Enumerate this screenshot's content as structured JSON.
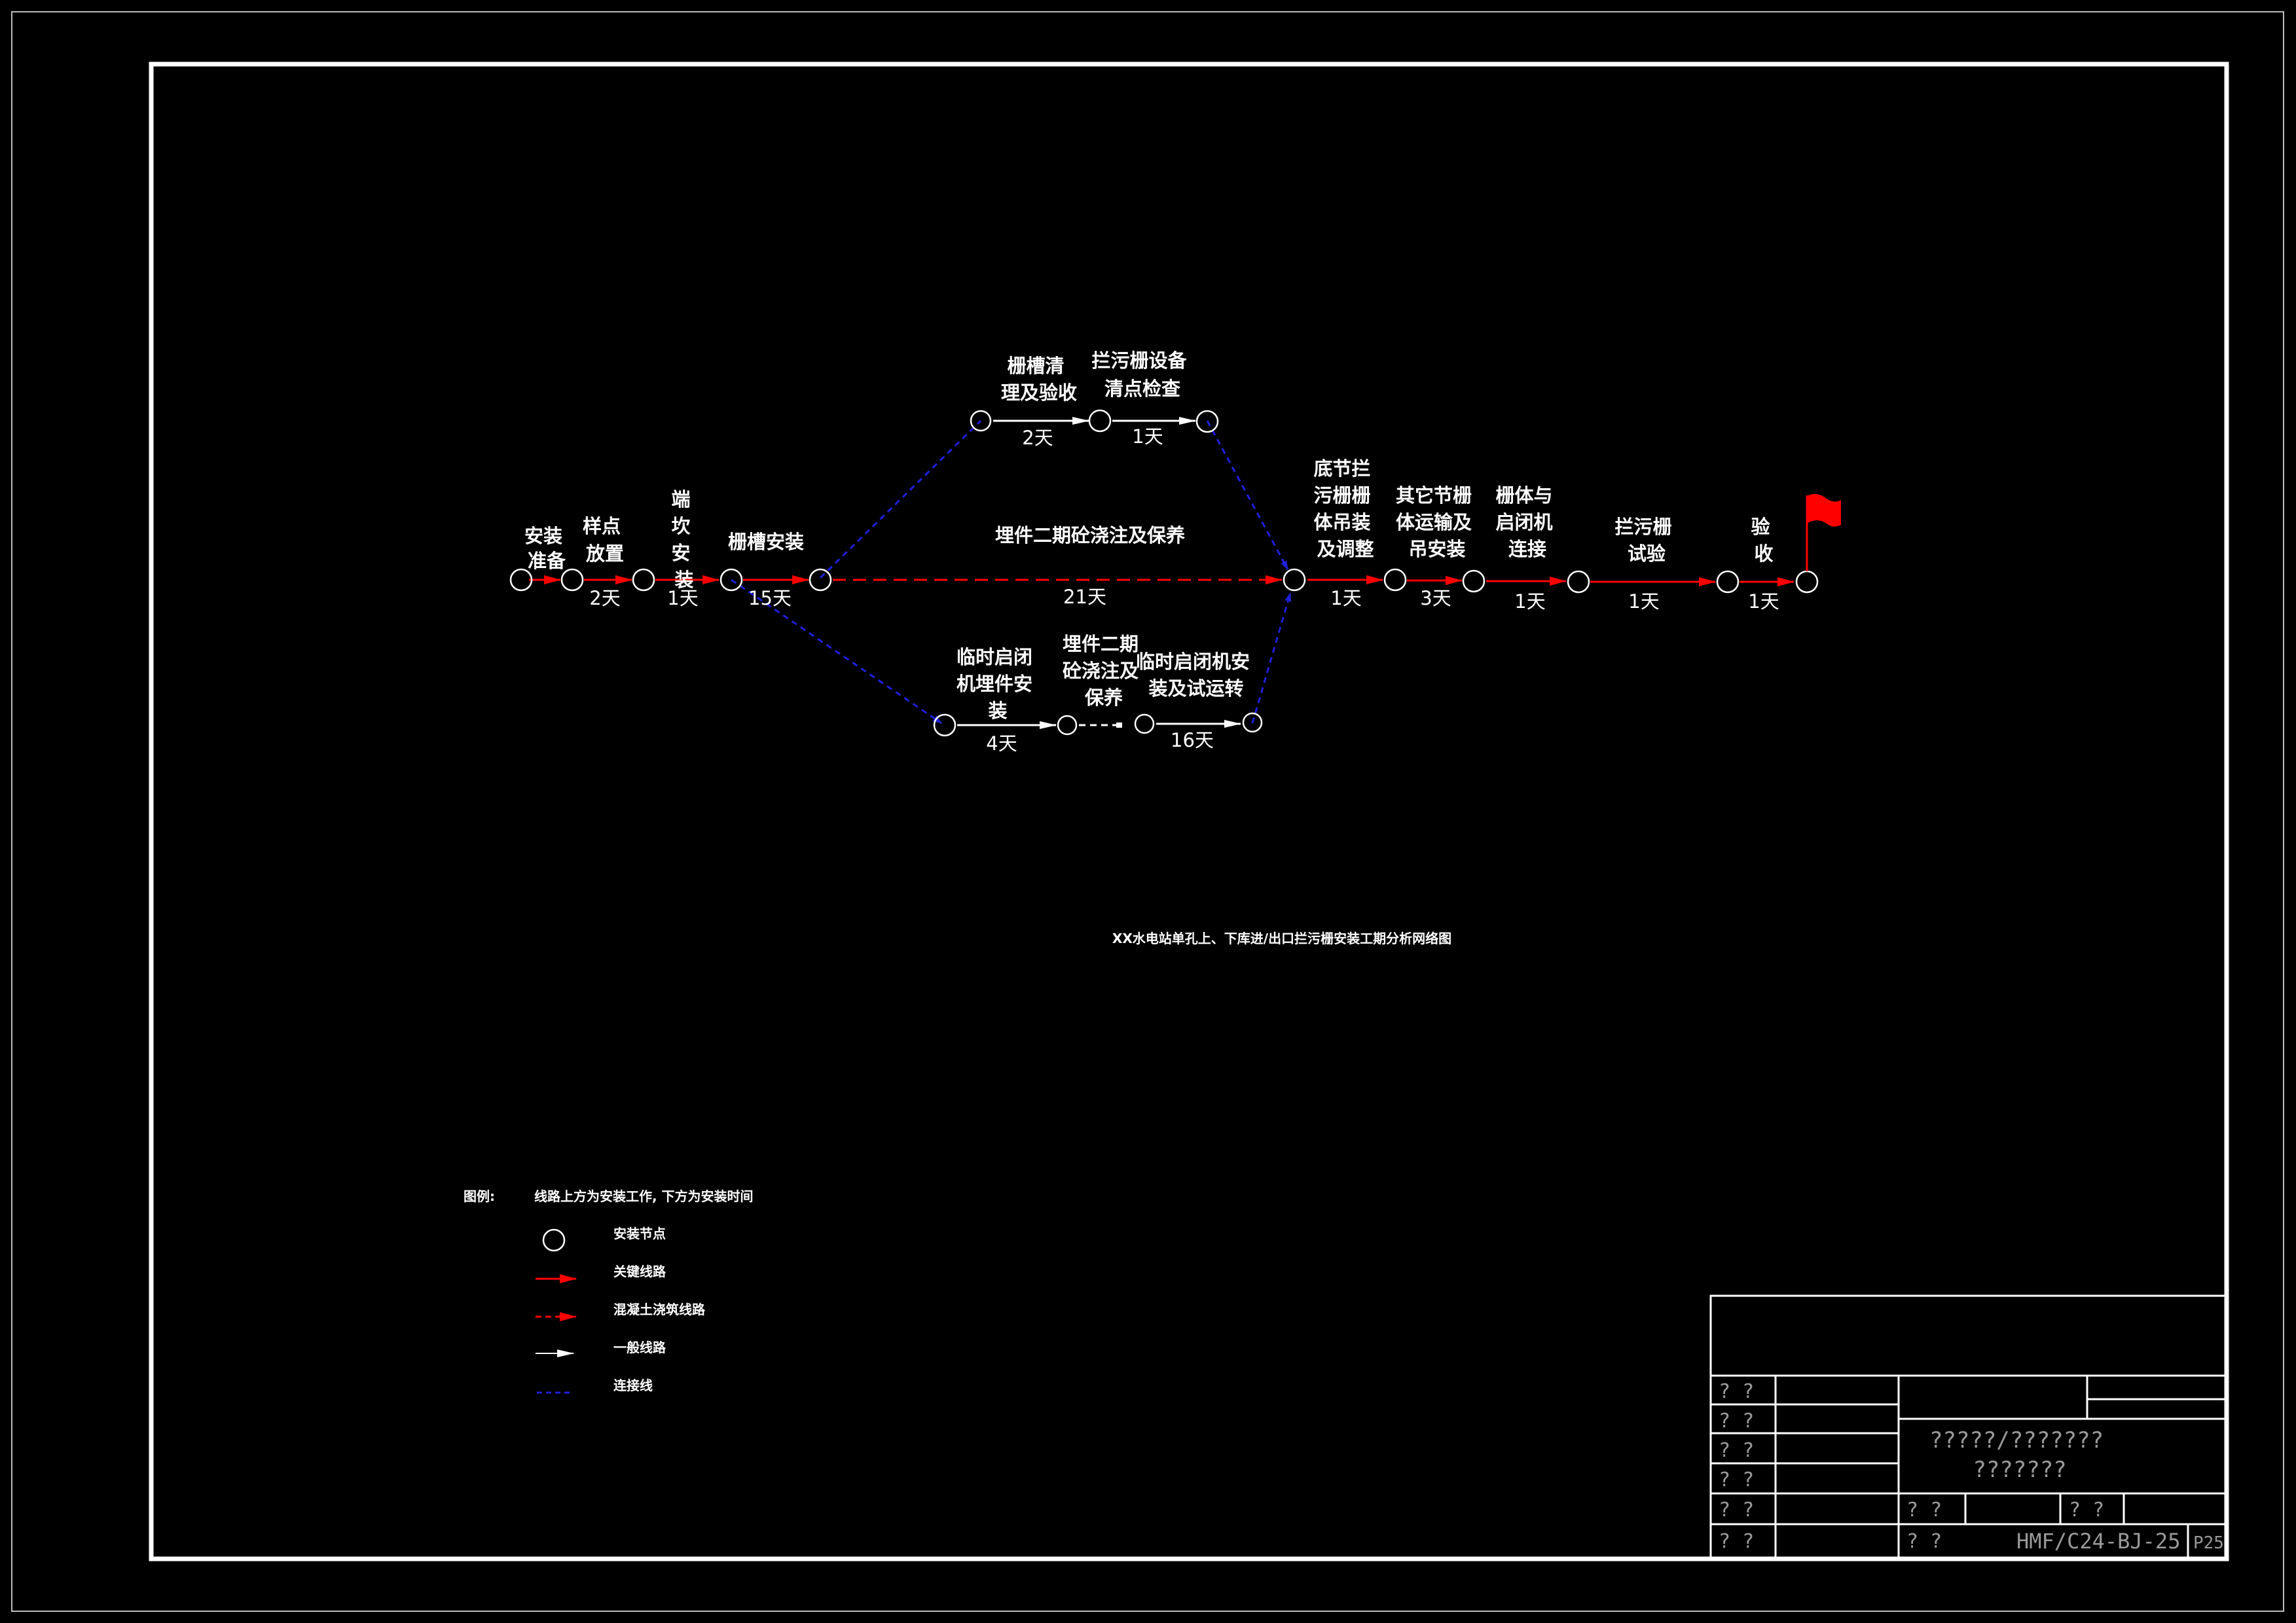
{
  "colors": {
    "background": "#000000",
    "frame": "#ffffff",
    "critical": "#ff0000",
    "general": "#ffffff",
    "connector": "#0000cc",
    "titleblock_text": "#9a9a9a"
  },
  "diagram": {
    "title": "XX水电站单孔上、下库进/出口拦污栅安装工期分析网络图",
    "tasks": [
      {
        "label": [
          "安装",
          "准备"
        ],
        "duration": ""
      },
      {
        "label": [
          "样点",
          "放置"
        ],
        "duration": "2天"
      },
      {
        "label": [
          "端",
          "坎",
          "安",
          "装"
        ],
        "duration": "1天"
      },
      {
        "label": [
          "栅槽安装"
        ],
        "duration": "15天"
      },
      {
        "label": [
          "埋件二期砼浇注及保养"
        ],
        "duration": "21天"
      },
      {
        "label": [
          "栅槽清",
          "理及验收"
        ],
        "duration": "2天"
      },
      {
        "label": [
          "拦污栅设备",
          "清点检查"
        ],
        "duration": "1天"
      },
      {
        "label": [
          "临时启闭",
          "机埋件安",
          "装"
        ],
        "duration": "4天"
      },
      {
        "label": [
          "埋件二期",
          "砼浇注及",
          "保养"
        ],
        "duration": ""
      },
      {
        "label": [
          "临时启闭机安",
          "装及试运转"
        ],
        "duration": "16天"
      },
      {
        "label": [
          "底节拦",
          "污栅栅",
          "体吊装",
          "及调整"
        ],
        "duration": "1天"
      },
      {
        "label": [
          "其它节栅",
          "体运输及",
          "吊安装"
        ],
        "duration": "3天"
      },
      {
        "label": [
          "栅体与",
          "启闭机",
          "连接"
        ],
        "duration": "1天"
      },
      {
        "label": [
          "拦污栅",
          "试验"
        ],
        "duration": "1天"
      },
      {
        "label": [
          "验",
          "收"
        ],
        "duration": "1天"
      }
    ]
  },
  "legend": {
    "title": "图例:",
    "note": "线路上方为安装工作, 下方为安装时间",
    "items": [
      {
        "icon": "node-circle-icon",
        "label": "安装节点"
      },
      {
        "icon": "critical-arrow-icon",
        "label": "关键线路"
      },
      {
        "icon": "concrete-arrow-icon",
        "label": "混凝土浇筑线路"
      },
      {
        "icon": "general-arrow-icon",
        "label": "一般线路"
      },
      {
        "icon": "connector-line-icon",
        "label": "连接线"
      }
    ]
  },
  "titleblock": {
    "row_labels": [
      "? ?",
      "? ?",
      "? ?",
      "? ?",
      "? ?",
      "? ?"
    ],
    "project_line1": "?????/???????",
    "project_line2": "???????",
    "field_a": "? ?",
    "field_b": "? ?",
    "field_c": "? ?",
    "drawing_number": "HMF/C24-BJ-25",
    "page": "P25"
  }
}
